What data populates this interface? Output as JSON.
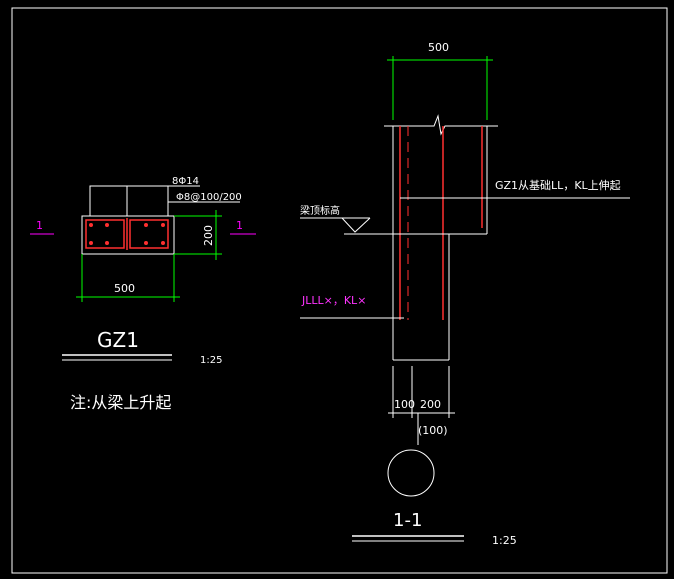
{
  "colors": {
    "background": "#000000",
    "outline": "#ffffff",
    "rebar": "#ff3030",
    "dimension": "#00ff00",
    "section_mark": "#ff00ff",
    "magenta_label": "#ff33ff"
  },
  "left_detail": {
    "rebar_main": "8Φ14",
    "stirrup": "Φ8@100/200",
    "width_dim": "500",
    "height_dim": "200",
    "section_mark_left": "1",
    "section_mark_right": "1",
    "title": "GZ1",
    "scale": "1:25",
    "note": "注:从梁上升起"
  },
  "right_detail": {
    "top_width_dim": "500",
    "column_note": "GZ1从基础LL，KL上伸起",
    "beam_top_label": "梁顶标高",
    "beam_label": "JLLL×，KL×",
    "dim_left": "100",
    "dim_right": "200",
    "dim_bracket": "(100)",
    "section_title": "1-1",
    "scale": "1:25"
  }
}
